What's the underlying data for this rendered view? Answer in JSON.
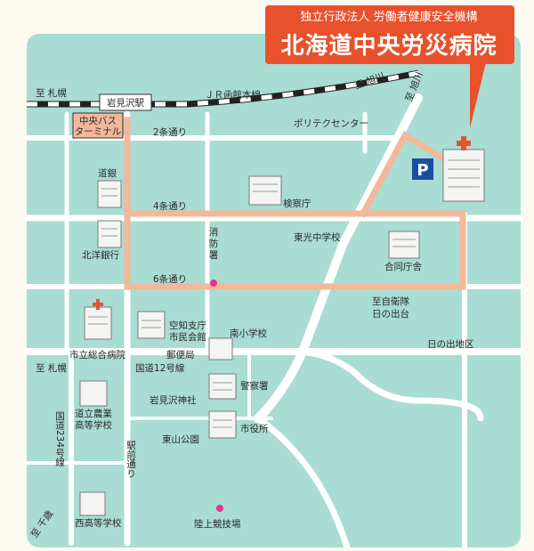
{
  "callout": {
    "org": "独立行政法人 労働者健康安全機構",
    "name": "北海道中央労災病院"
  },
  "colors": {
    "background": "#fbfaf0",
    "map_area": "#a9dcd2",
    "road": "#ffffff",
    "highlight_route": "#f3b799",
    "callout": "#e8512c",
    "parking": "#1a4fa0",
    "railway": "#222222",
    "pin": "#e4338a"
  },
  "rail": {
    "line": "ＪＲ函館本線",
    "station": "岩見沢駅",
    "to_sapporo": "至 札幌",
    "to_asahikawa": "至 旭川"
  },
  "roads": {
    "jo2": "2条通り",
    "jo4": "4条通り",
    "jo6": "6条通り",
    "route12": "国道12号線",
    "to_sapporo": "至 札幌",
    "route234": "国道234号線",
    "to_chitose": "至 千歳",
    "ekimae": "駅前通り",
    "to_asahikawa": "至 旭川",
    "jieitai_1": "至自衛隊",
    "jieitai_2": "日の出台"
  },
  "places": {
    "bus_terminal_1": "中央バス",
    "bus_terminal_2": "ターミナル",
    "polytech": "ポリテクセンター",
    "dogin": "道銀",
    "kensatsucho": "検察庁",
    "hokuyo": "北洋銀行",
    "shobosho_1": "消",
    "shobosho_2": "防",
    "shobosho_3": "署",
    "toko_jhs": "東光中学校",
    "godochosha": "合同庁舎",
    "city_hospital": "市立総合病院",
    "sorachi_1": "空知支庁",
    "sorachi_2": "市民会館",
    "minami_es": "南小学校",
    "post_office": "郵便局",
    "hinode": "日の出地区",
    "police": "警察署",
    "agri_hs_1": "道立農業",
    "agri_hs_2": "高等学校",
    "shrine": "岩見沢神社",
    "city_hall": "市役所",
    "higashiyama": "東山公園",
    "nishi_hs": "西高等学校",
    "stadium": "陸上競技場",
    "parking": "P"
  },
  "icons": [
    "hospital-building-icon",
    "parking-icon",
    "building-icon",
    "pin-icon"
  ]
}
